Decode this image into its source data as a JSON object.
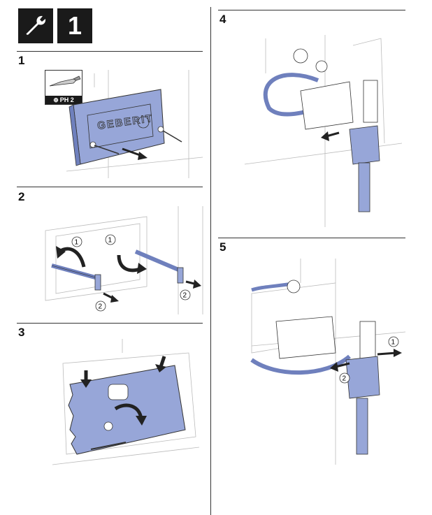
{
  "header": {
    "icon": "wrench-icon",
    "step_set_number": "1"
  },
  "steps": [
    {
      "number": "1",
      "tool_label": "PH 2"
    },
    {
      "number": "2",
      "callouts": [
        "1",
        "2",
        "1",
        "2"
      ]
    },
    {
      "number": "3"
    },
    {
      "number": "4"
    },
    {
      "number": "5",
      "callouts": [
        "1",
        "2"
      ]
    }
  ],
  "brand_text": "GEBERIT",
  "colors": {
    "part_blue": "#97a6d8",
    "part_blue_dark": "#6f80bd",
    "line": "#333333",
    "arrow": "#222222"
  }
}
